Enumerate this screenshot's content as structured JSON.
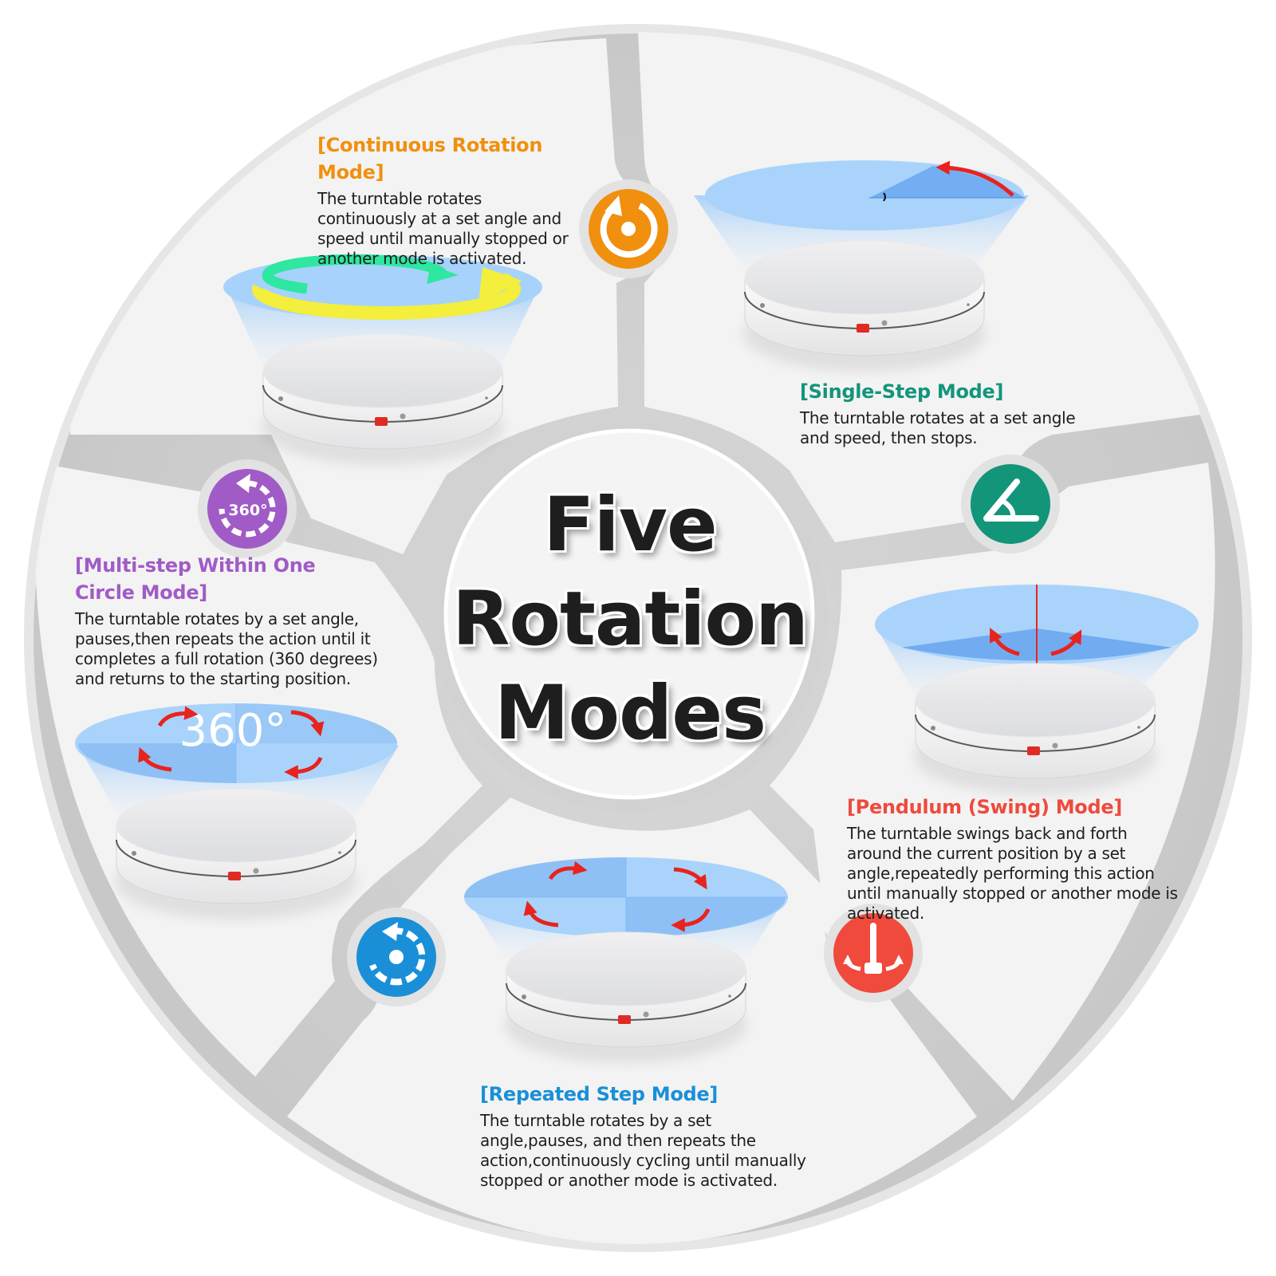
{
  "title": [
    "Five",
    "Rotation",
    "Modes"
  ],
  "modes": [
    {
      "id": "continuous",
      "title": "[Continuous Rotation Mode]",
      "description": "The turntable rotates continuously at a set angle and speed until manually stopped or another mode is activated.",
      "color": "#f0900e",
      "icon": "continuous-rotation-icon"
    },
    {
      "id": "single-step",
      "title": "[Single-Step Mode]",
      "description": "The turntable rotates at a set angle and speed, then stops.",
      "color": "#13957a",
      "icon": "angle-icon"
    },
    {
      "id": "pendulum",
      "title": "[Pendulum (Swing) Mode]",
      "description": "The turntable swings back and forth around the current position by a set angle,repeatedly performing this action until manually stopped or another mode is activated.",
      "color": "#ef4a3c",
      "icon": "pendulum-swing-icon"
    },
    {
      "id": "repeated-step",
      "title": "[Repeated Step Mode]",
      "description": "The turntable rotates by a set angle,pauses, and then repeats the action,continuously cycling until manually stopped or another mode is activated.",
      "color": "#1a8fd8",
      "icon": "repeated-step-icon"
    },
    {
      "id": "multi-step",
      "title": "[Multi-step Within One Circle Mode]",
      "description": "The turntable rotates by a set angle, pauses,then repeats the action until it completes a full rotation (360 degrees) and returns to the starting position.",
      "color": "#a15bc6",
      "icon": "multi-step-360-icon"
    }
  ],
  "labels": {
    "multi_step_badge": "360°",
    "multi_step_plate": "360°"
  },
  "colors": {
    "panel": "#f2f2f2",
    "gutter": "#cfcfcf",
    "arrow_red": "#e8231e",
    "beam_blue": "#a9d3fb"
  }
}
